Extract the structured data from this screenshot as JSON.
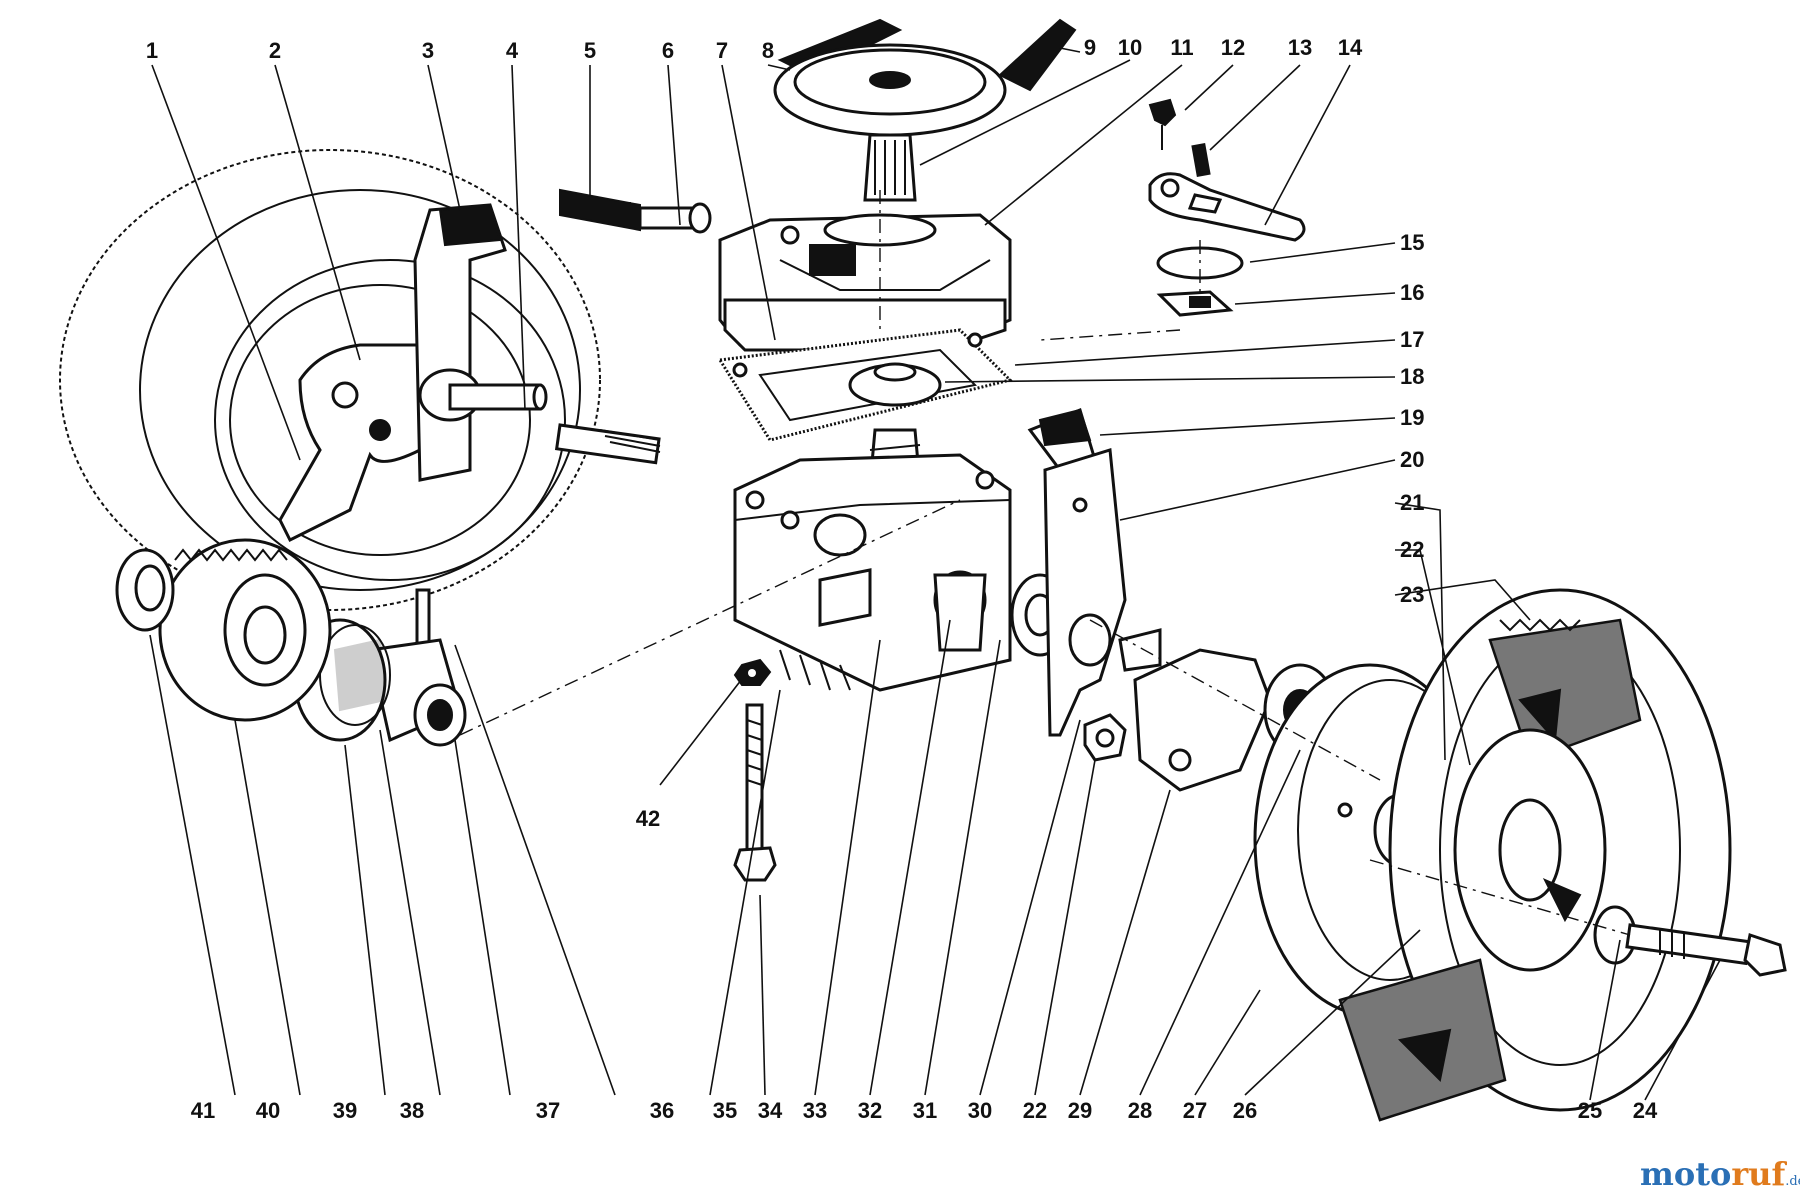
{
  "diagram": {
    "part_numbers": {
      "p1": "1",
      "p2": "2",
      "p3": "3",
      "p4": "4",
      "p5": "5",
      "p6": "6",
      "p7": "7",
      "p8": "8",
      "p9": "9",
      "p10": "10",
      "p11": "11",
      "p12": "12",
      "p13": "13",
      "p14": "14",
      "p15": "15",
      "p16": "16",
      "p17": "17",
      "p18": "18",
      "p19": "19",
      "p20": "20",
      "p21": "21",
      "p22a": "22",
      "p23": "23",
      "p24": "24",
      "p25": "25",
      "p26": "26",
      "p27": "27",
      "p28": "28",
      "p29": "29",
      "p22b": "22",
      "p30": "30",
      "p31": "31",
      "p32": "32",
      "p33": "33",
      "p34": "34",
      "p35": "35",
      "p36": "36",
      "p37": "37",
      "p38": "38",
      "p39": "39",
      "p40": "40",
      "p41": "41",
      "p42": "42"
    }
  },
  "watermark": {
    "brand_a": "moto",
    "brand_b": "ruf",
    "suffix": ".de"
  }
}
